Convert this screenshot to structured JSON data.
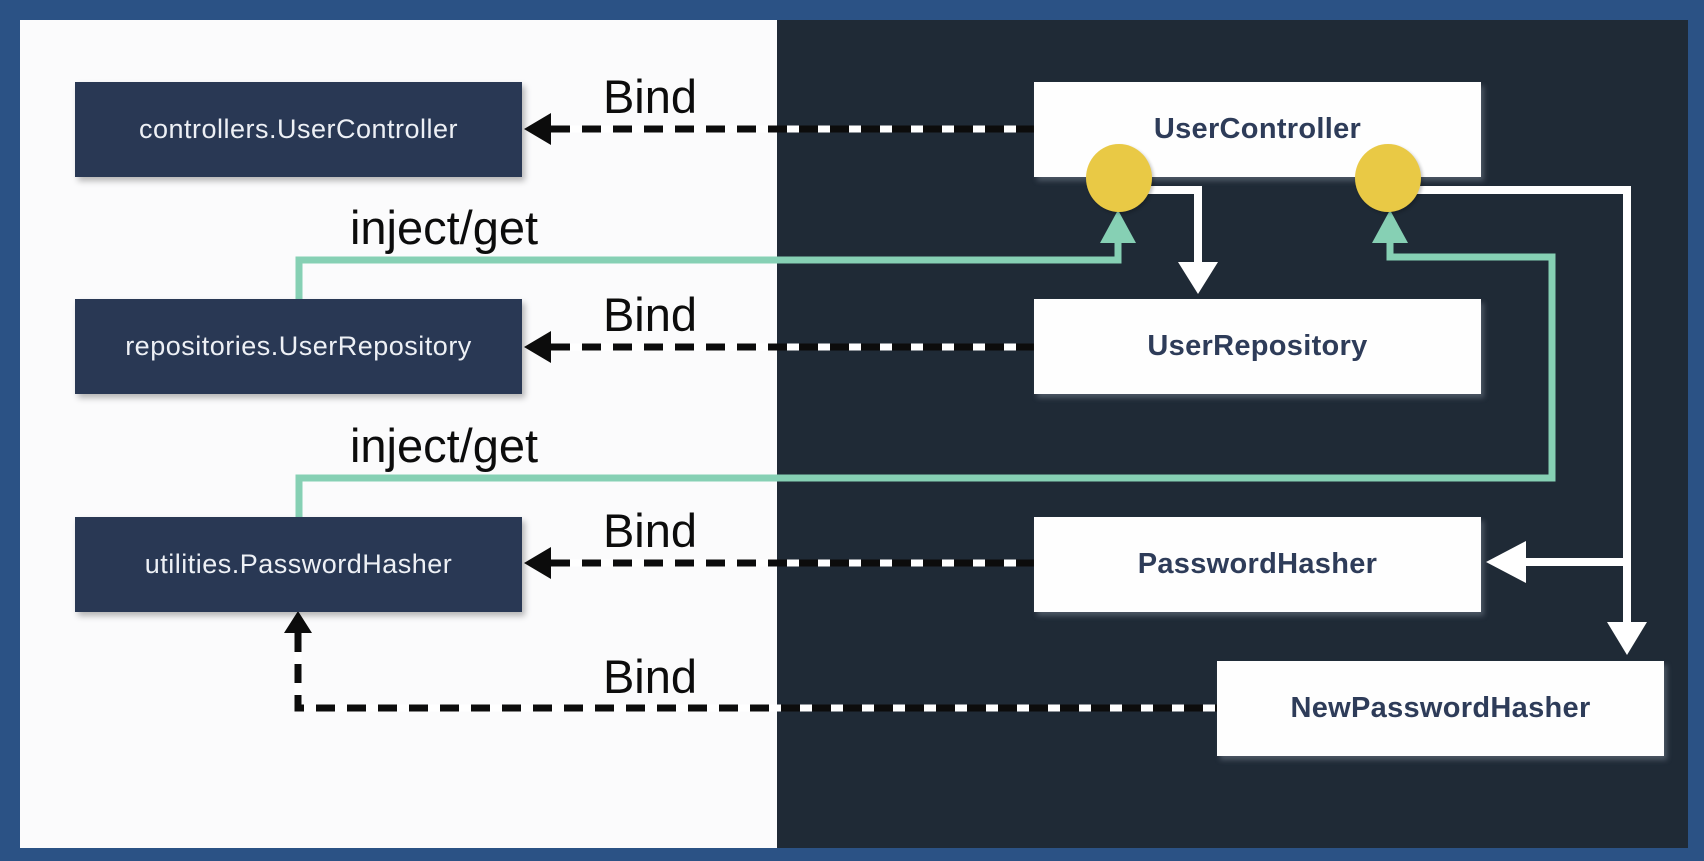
{
  "colors": {
    "frame_blue": "#2B5285",
    "left_panel_bg": "#FBFBFC",
    "right_panel_bg": "#1F2A36",
    "binding_box_navy": "#293854",
    "class_text_navy": "#2E3C59",
    "inject_teal": "#86D0B4",
    "injection_point_yellow": "#E9C945",
    "bind_line_black": "#0C0C0C",
    "instantiate_line_white": "#FFFFFF"
  },
  "left_panel": {
    "bindings": [
      {
        "label": "controllers.UserController"
      },
      {
        "label": "repositories.UserRepository"
      },
      {
        "label": "utilities.PasswordHasher"
      }
    ]
  },
  "right_panel": {
    "classes": [
      {
        "label": "UserController"
      },
      {
        "label": "UserRepository"
      },
      {
        "label": "PasswordHasher"
      },
      {
        "label": "NewPasswordHasher"
      }
    ]
  },
  "edge_labels": {
    "bind_usercontroller": "Bind",
    "bind_userrepository": "Bind",
    "bind_passwordhasher": "Bind",
    "bind_newpasswordhasher": "Bind",
    "inject_userrepository": "inject/get",
    "inject_passwordhasher": "inject/get"
  }
}
